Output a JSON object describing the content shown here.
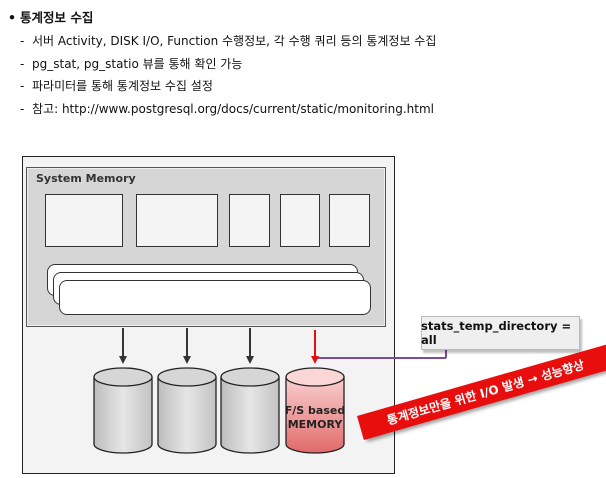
{
  "header": {
    "bullet": "•",
    "title": "통계정보 수집"
  },
  "bullets": [
    "서버 Activity, DISK I/O, Function 수행정보, 각 수행 쿼리 등의 통계정보 수집",
    "pg_stat, pg_statio 뷰를 통해 확인 가능",
    "파라미터를 통해 통계정보 수집 설정",
    "참고: http://www.postgresql.org/docs/current/static/monitoring.html"
  ],
  "diagram": {
    "system_memory_label": "System Memory",
    "fs_memory_line1": "F/S based",
    "fs_memory_line2": "MEMORY",
    "stats_param": "stats_temp_directory = all",
    "banner_text": "통계정보만을 위한 I/O 발생 → 성능향상",
    "colors": {
      "accent_red": "#e80e0e",
      "connector_purple": "#7b4aa3",
      "cylinder_gray": "#d4d4d4",
      "cylinder_pink": "#f4a3a3"
    }
  }
}
